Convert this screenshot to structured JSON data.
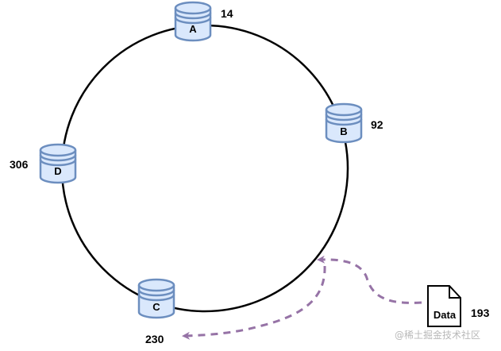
{
  "colors": {
    "ring": "#000000",
    "node_fill": "#dae8fc",
    "node_stroke": "#6c8ebf",
    "arrow": "#9673a6"
  },
  "nodes": [
    {
      "label": "A",
      "position": "14"
    },
    {
      "label": "B",
      "position": "92"
    },
    {
      "label": "C",
      "position": "230"
    },
    {
      "label": "D",
      "position": "306"
    }
  ],
  "data_item": {
    "label": "Data",
    "position": "193",
    "icon": "document-icon"
  },
  "watermark": "@稀土掘金技术社区"
}
